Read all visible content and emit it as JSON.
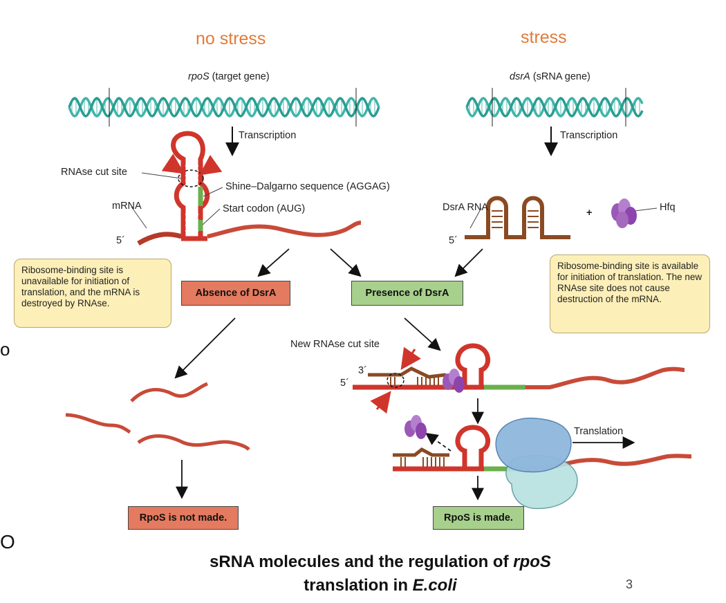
{
  "headers": {
    "left": "no stress",
    "right": "stress"
  },
  "genes": {
    "left": {
      "name": "rpoS",
      "suffix": " (target gene)"
    },
    "right": {
      "name": "dsrA",
      "suffix": " (sRNA gene)"
    }
  },
  "transcription": "Transcription",
  "labels": {
    "rnase_cut_site": "RNAse cut site",
    "shine_dalgarno": "Shine–Dalgarno sequence (AGGAG)",
    "start_codon": "Start codon (AUG)",
    "mrna": "mRNA",
    "five_prime": "5´",
    "three_prime": "3´",
    "dsra_rna": "DsrA RNA",
    "plus": "+",
    "hfq": "Hfq",
    "new_rnase_cut_site": "New RNAse cut site",
    "translation": "Translation"
  },
  "boxes": {
    "absence": "Absence of DsrA",
    "presence": "Presence of DsrA",
    "not_made": "RpoS is not made.",
    "made": "RpoS is made."
  },
  "notes": {
    "left": "Ribosome-binding site is unavailable for initiation of translation, and the mRNA is destroyed by RNAse.",
    "right": "Ribosome-binding site is available for initiation of translation. The new RNAse site does not cause destruction of the mRNA."
  },
  "caption": {
    "line1_text": "sRNA molecules and the regulation of ",
    "line1_italic": "rpoS",
    "line2_text": "translation in ",
    "line2_italic": "E.coli"
  },
  "page_number": "3",
  "edge_marks": {
    "top": "o",
    "bottom": "O"
  },
  "colors": {
    "header": "#e07b39",
    "rna": "#d0352b",
    "dsra": "#8a4a22",
    "hfq": "#9b59b6",
    "dna": "#3fb5a9",
    "note_bg": "#fdefb8"
  }
}
